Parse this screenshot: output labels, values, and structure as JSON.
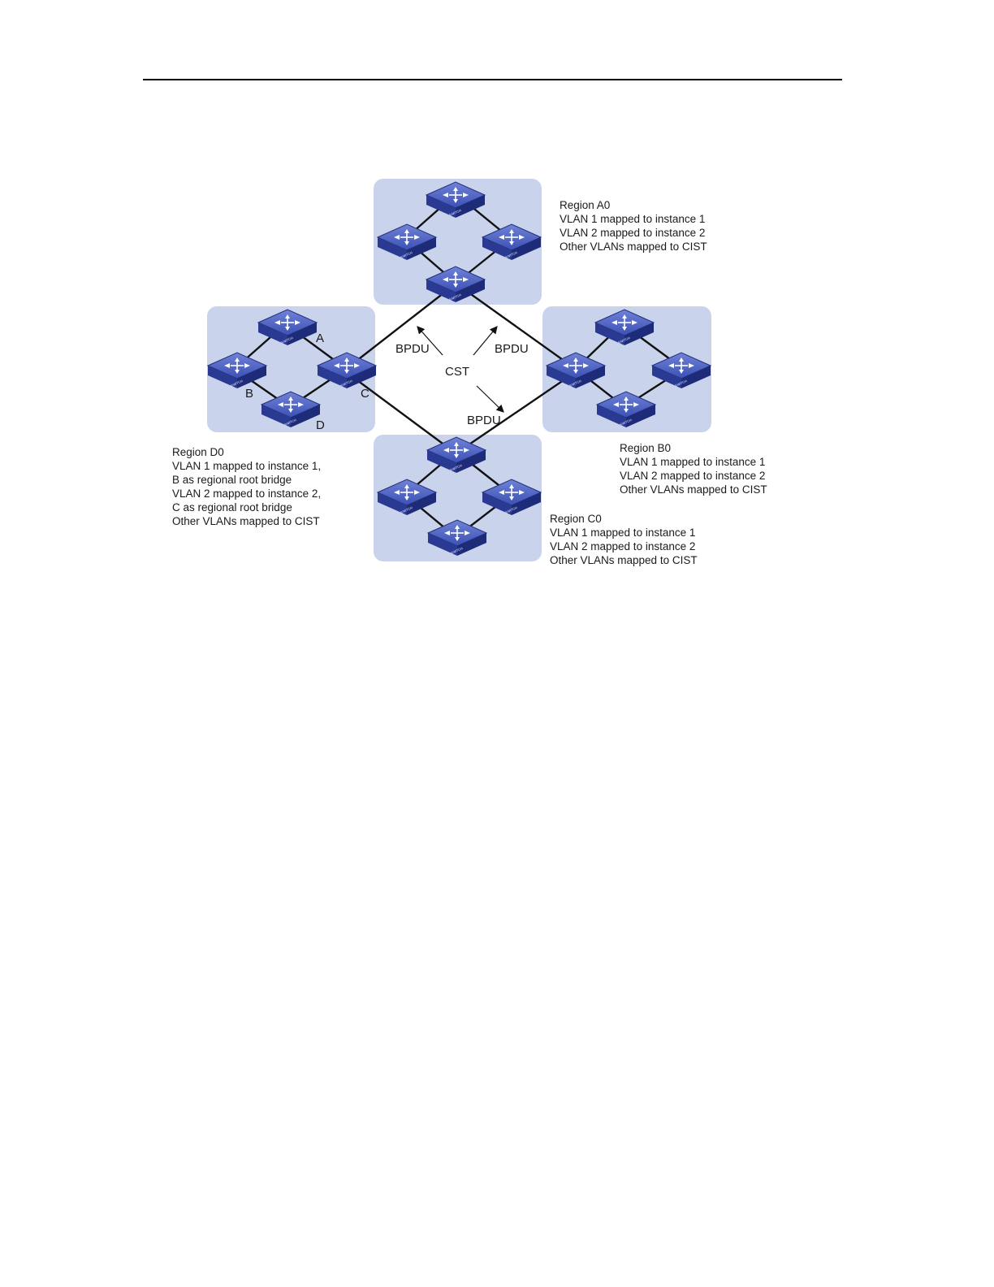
{
  "diagram": {
    "labels": {
      "bpdu_a": "BPDU",
      "bpdu_b": "BPDU",
      "bpdu_c": "BPDU",
      "cst": "CST",
      "node_a": "A",
      "node_b": "B",
      "node_c": "C",
      "node_d": "D"
    },
    "regions": {
      "a0": {
        "lines": [
          "Region A0",
          "VLAN 1 mapped to instance 1",
          "VLAN 2 mapped to instance 2",
          "Other VLANs mapped to  CIST"
        ]
      },
      "b0": {
        "lines": [
          "Region B0",
          "VLAN 1 mapped to instance 1",
          "VLAN 2 mapped to instance 2",
          "Other VLANs mapped to  CIST"
        ]
      },
      "c0": {
        "lines": [
          "Region C0",
          "VLAN 1 mapped to instance 1",
          "VLAN 2 mapped to instance 2",
          "Other VLANs mapped to  CIST"
        ]
      },
      "d0": {
        "lines": [
          "Region D0",
          "VLAN 1 mapped to instance 1,",
          "B as regional root bridge",
          "VLAN 2 mapped to instance 2,",
          "C as regional root bridge",
          "Other VLANs mapped to  CIST"
        ]
      }
    },
    "icon": "switch-icon",
    "colors": {
      "region_fill": "#c9d3ec",
      "switch_body": "#2e3f9f",
      "switch_top": "#5266c9",
      "line": "#111111"
    }
  }
}
